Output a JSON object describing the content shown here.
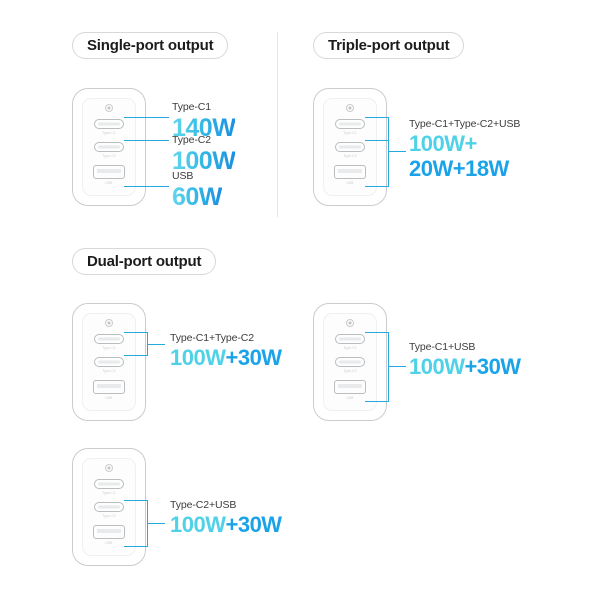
{
  "page": {
    "background": "#ffffff",
    "accent_light": "#4fd1e8",
    "accent_dark": "#1aa3e8",
    "line_color": "#29a8e0"
  },
  "port_labels": {
    "c1": "Type-C1",
    "c2": "Type-C2",
    "usb": "USB"
  },
  "sections": [
    {
      "id": "single-port",
      "heading": "Single-port output",
      "callouts": [
        {
          "caption": "Type-C1",
          "value": "140W"
        },
        {
          "caption": "Type-C2",
          "value": "100W"
        },
        {
          "caption": "USB",
          "value": "60W"
        }
      ]
    },
    {
      "id": "triple-port",
      "heading": "Triple-port output",
      "callouts": [
        {
          "caption": "Type-C1+Type-C2+USB",
          "value_line1": "100W+",
          "value_line2": "20W+18W"
        }
      ]
    },
    {
      "id": "dual-port",
      "heading": "Dual-port output",
      "callouts": [
        {
          "caption": "Type-C1+Type-C2",
          "value_light": "100W",
          "value_dark": "+30W"
        },
        {
          "caption": "Type-C1+USB",
          "value_light": "100W",
          "value_dark": "+30W"
        },
        {
          "caption": "Type-C2+USB",
          "value_light": "100W",
          "value_dark": "+30W"
        }
      ]
    }
  ]
}
